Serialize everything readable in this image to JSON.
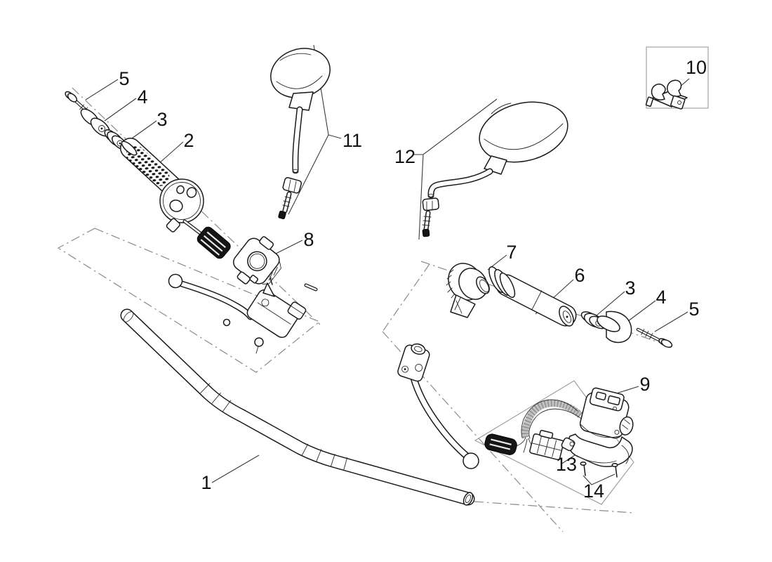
{
  "diagram": {
    "subject": "Handlebar exploded parts view",
    "colors": {
      "background": "#ffffff",
      "line": "#1a1a1a",
      "dash_line": "#8a8a8a",
      "leader_line": "#3a3a3a",
      "frame_box": "#9a9a9a",
      "connector_fill": "#151515",
      "cable_fill": "#c2c2c2"
    },
    "callouts": [
      {
        "ref": "5",
        "part": "left-bar-end-screw"
      },
      {
        "ref": "4",
        "part": "left-bar-end-weight"
      },
      {
        "ref": "3",
        "part": "left-grip-nut"
      },
      {
        "ref": "2",
        "part": "left-grip"
      },
      {
        "ref": "11",
        "part": "left-rear-view-mirror"
      },
      {
        "ref": "12",
        "part": "right-rear-view-mirror"
      },
      {
        "ref": "10",
        "part": "cable-clip"
      },
      {
        "ref": "8",
        "part": "left-switch-housing"
      },
      {
        "ref": "7",
        "part": "throttle-housing"
      },
      {
        "ref": "6",
        "part": "right-grip"
      },
      {
        "ref": "3",
        "part": "right-grip-nut"
      },
      {
        "ref": "4",
        "part": "right-bar-end-weight"
      },
      {
        "ref": "5",
        "part": "right-bar-end-screw"
      },
      {
        "ref": "9",
        "part": "right-switch-assembly"
      },
      {
        "ref": "13",
        "part": "switch-bracket-wiring"
      },
      {
        "ref": "14",
        "part": "bracket-screws"
      },
      {
        "ref": "1",
        "part": "handlebar"
      }
    ]
  }
}
